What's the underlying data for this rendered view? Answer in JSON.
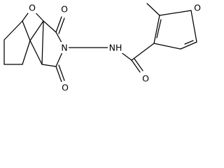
{
  "atoms": {
    "bridge_oxygen": "O",
    "imide_oxygen_top": "O",
    "imide_nitrogen": "N",
    "imide_oxygen_bottom": "O",
    "amide_nh": "NH",
    "furan_oxygen": "O",
    "amide_oxygen": "O"
  },
  "colors": {
    "bond": "#000000",
    "label": "#000000",
    "background": "#ffffff"
  }
}
